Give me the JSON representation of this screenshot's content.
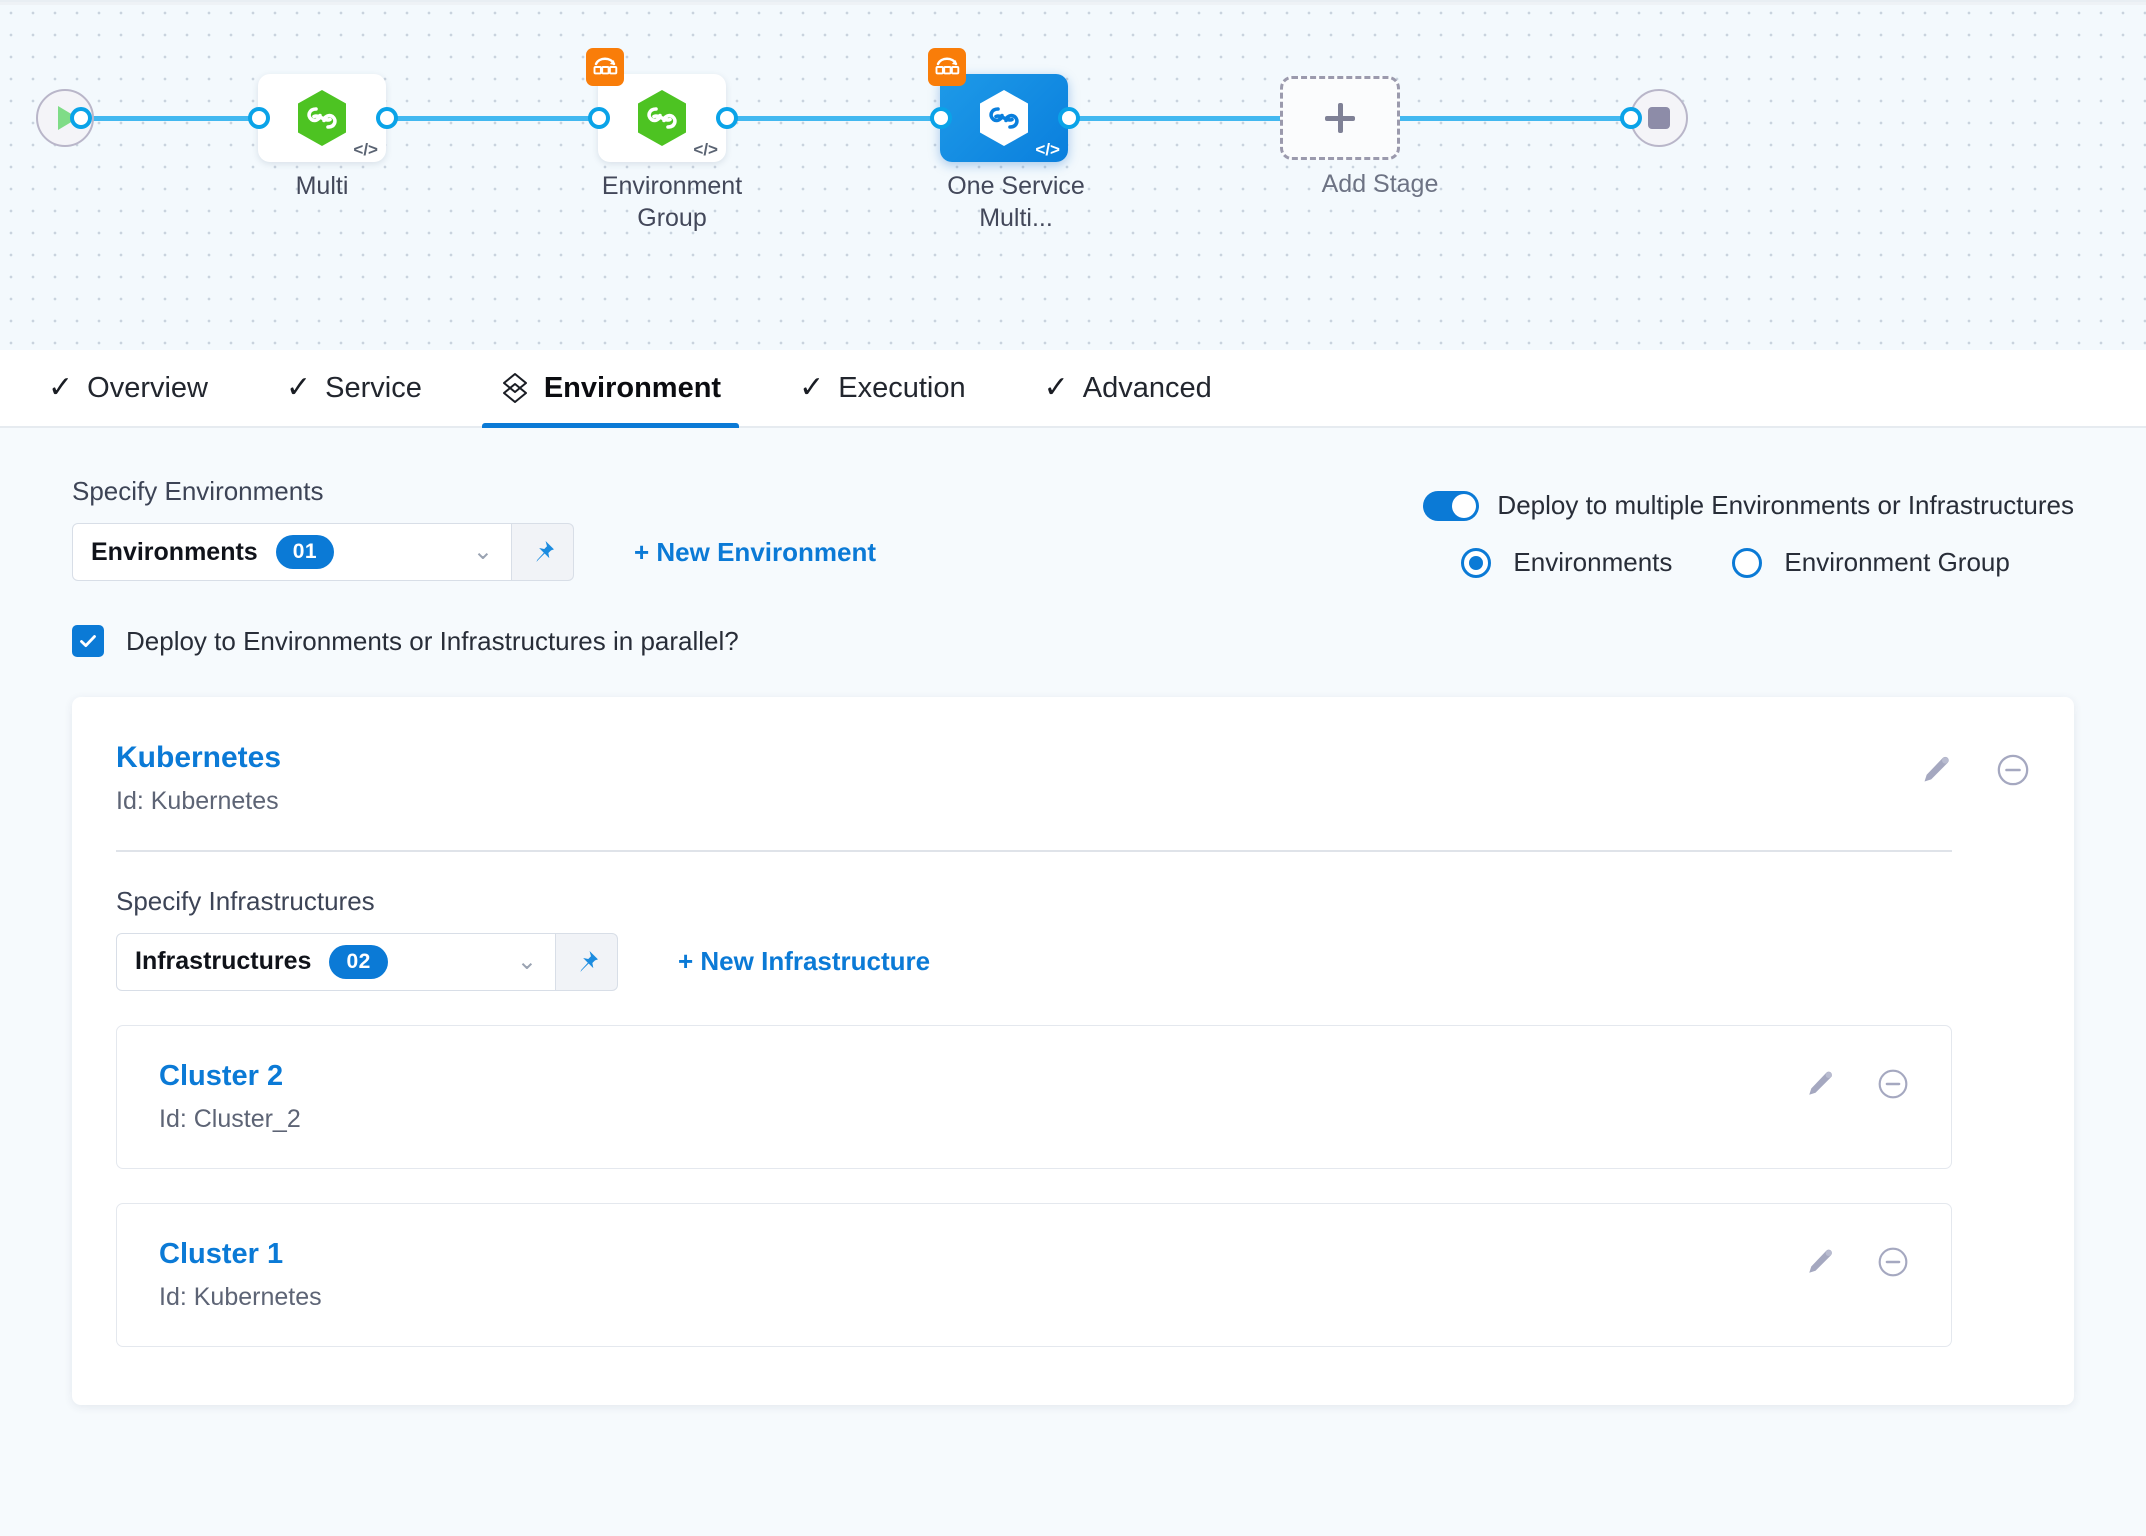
{
  "pipeline": {
    "start_node_icon": "play-icon",
    "end_node_icon": "stop-icon",
    "stages": [
      {
        "label": "Multi",
        "selected": false,
        "has_matrix_badge": false,
        "icon": "harness-hexagon-icon"
      },
      {
        "label": "Environment Group",
        "selected": false,
        "has_matrix_badge": true,
        "icon": "harness-hexagon-icon"
      },
      {
        "label": "One Service Multi...",
        "selected": true,
        "has_matrix_badge": true,
        "icon": "harness-hexagon-icon"
      }
    ],
    "add_stage_label": "Add Stage",
    "add_stage_icon": "plus-icon",
    "connector_color": "#42b8f0",
    "selected_stage_color": "#0a7fdd",
    "matrix_badge_color": "#f97d09"
  },
  "tabs": [
    {
      "label": "Overview",
      "icon": "check-icon",
      "active": false
    },
    {
      "label": "Service",
      "icon": "check-icon",
      "active": false
    },
    {
      "label": "Environment",
      "icon": "layers-icon",
      "active": true
    },
    {
      "label": "Execution",
      "icon": "check-icon",
      "active": false
    },
    {
      "label": "Advanced",
      "icon": "check-icon",
      "active": false
    }
  ],
  "environments": {
    "section_label": "Specify Environments",
    "select_value": "Environments",
    "select_count": "01",
    "chevron_icon": "chevron-down-icon",
    "pin_icon": "pin-icon",
    "new_link": "+ New Environment"
  },
  "multi_deploy": {
    "toggle_label": "Deploy to multiple Environments or Infrastructures",
    "toggle_on": true,
    "options": [
      {
        "label": "Environments",
        "selected": true
      },
      {
        "label": "Environment Group",
        "selected": false
      }
    ]
  },
  "parallel": {
    "label": "Deploy to Environments or Infrastructures in parallel?",
    "checked": true,
    "check_icon": "checkmark-icon"
  },
  "environment_card": {
    "name": "Kubernetes",
    "id": "Id: Kubernetes",
    "edit_icon": "pencil-icon",
    "remove_icon": "minus-circle-icon"
  },
  "infrastructures": {
    "section_label": "Specify Infrastructures",
    "select_value": "Infrastructures",
    "select_count": "02",
    "chevron_icon": "chevron-down-icon",
    "pin_icon": "pin-icon",
    "new_link": "+ New Infrastructure",
    "items": [
      {
        "name": "Cluster 2",
        "id": "Id: Cluster_2",
        "edit_icon": "pencil-icon",
        "remove_icon": "minus-circle-icon"
      },
      {
        "name": "Cluster 1",
        "id": "Id: Kubernetes",
        "edit_icon": "pencil-icon",
        "remove_icon": "minus-circle-icon"
      }
    ]
  },
  "colors": {
    "accent_blue": "#0b7ad6",
    "link_blue": "#0b7ad6",
    "harness_green": "#4dc322",
    "orange": "#f97d09",
    "page_bg": "#f6fafd"
  }
}
